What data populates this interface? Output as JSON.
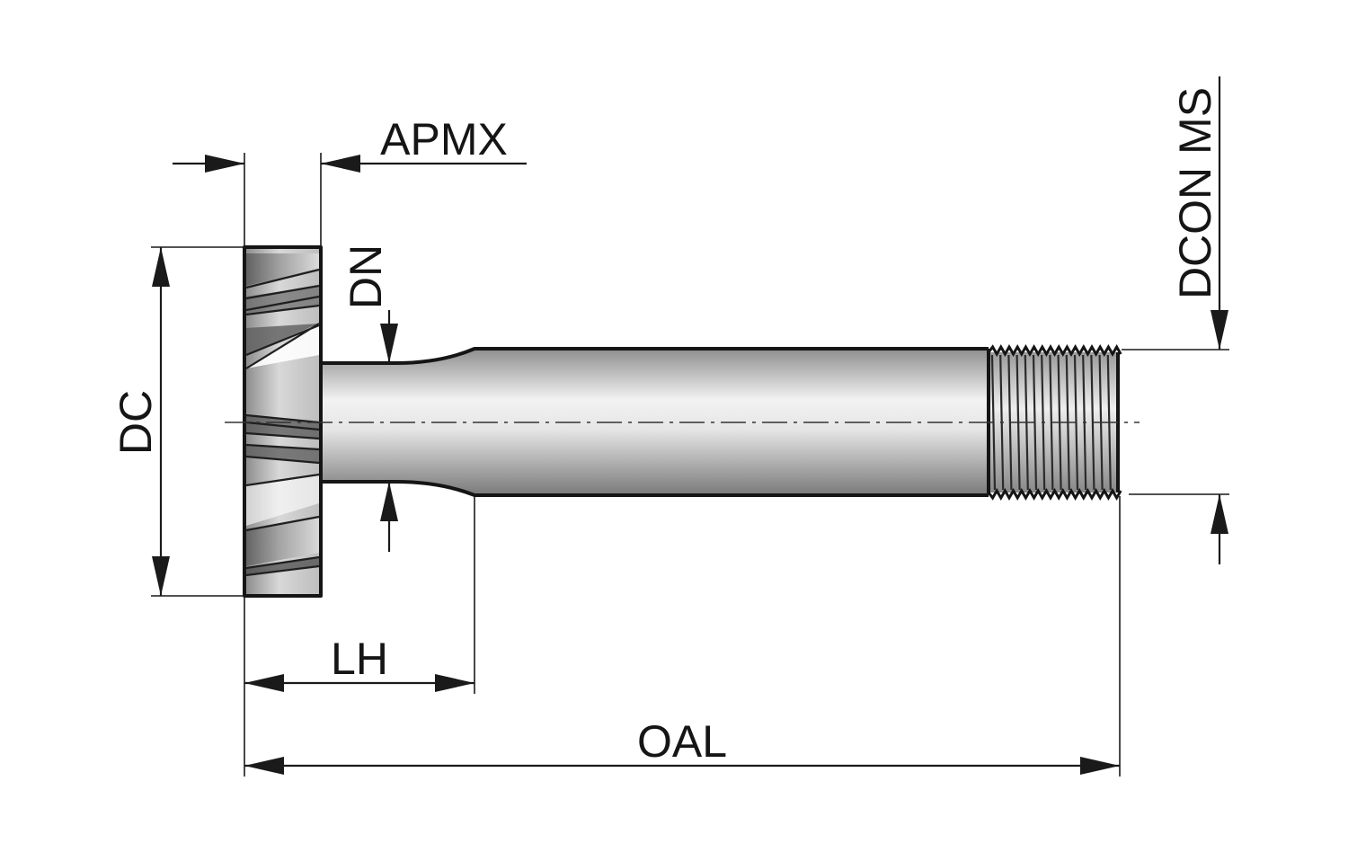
{
  "labels": {
    "apmx": "APMX",
    "dn": "DN",
    "dc": "DC",
    "lh": "LH",
    "oal": "OAL",
    "dcon_ms": "DCON MS"
  },
  "colors": {
    "line": "#1a1a1a",
    "metal_dark": "#8c8c8c",
    "metal_light": "#f4f4f4"
  }
}
